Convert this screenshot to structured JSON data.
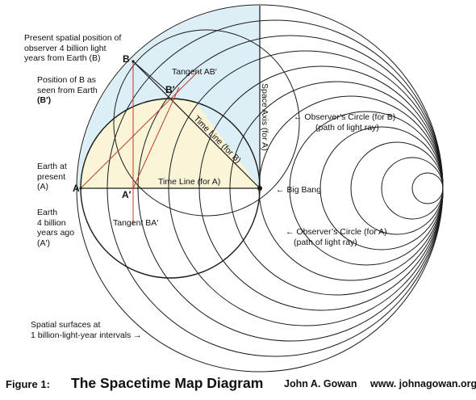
{
  "labels": {
    "present_b": [
      "Present spatial position of",
      "observer 4 billion light",
      "years from Earth  (B)"
    ],
    "b_seen": [
      "Position of B as",
      "seen from Earth",
      "(B′)"
    ],
    "earth_present": [
      "Earth at",
      "present",
      "(A)"
    ],
    "earth_past": [
      "Earth",
      "4 billion",
      "years ago",
      "(A′)"
    ],
    "spatial": [
      "Spatial surfaces at",
      "1 billion-light-year intervals  →"
    ],
    "obs_b": [
      "←  Observer’s Circle (for B)",
      "(path of light ray)"
    ],
    "obs_a": [
      "←  Observer’s Circle (for A)",
      "(path of light ray)"
    ],
    "big_bang": "←  Big Bang",
    "tangent_ab": "Tangent AB′",
    "tangent_ba": "Tangent BA′",
    "time_line_a": "Time Line (for A)",
    "time_line_b": "Time Line (for B)",
    "space_axis": "Space Axis  (for A)",
    "point_a": "A",
    "point_a_prime": "A′",
    "point_b": "B",
    "point_b_prime": "B′"
  },
  "caption": {
    "figure": "Figure 1:",
    "title": "The Spacetime Map Diagram",
    "author": "John A. Gowan",
    "website": "www. johnagowan.org"
  },
  "colors": {
    "line": "#1a1a1a",
    "tangent": "#c0392b",
    "blue_fill": "#dceff7",
    "yellow_fill": "#fbf5d8"
  },
  "ring_count": 12
}
